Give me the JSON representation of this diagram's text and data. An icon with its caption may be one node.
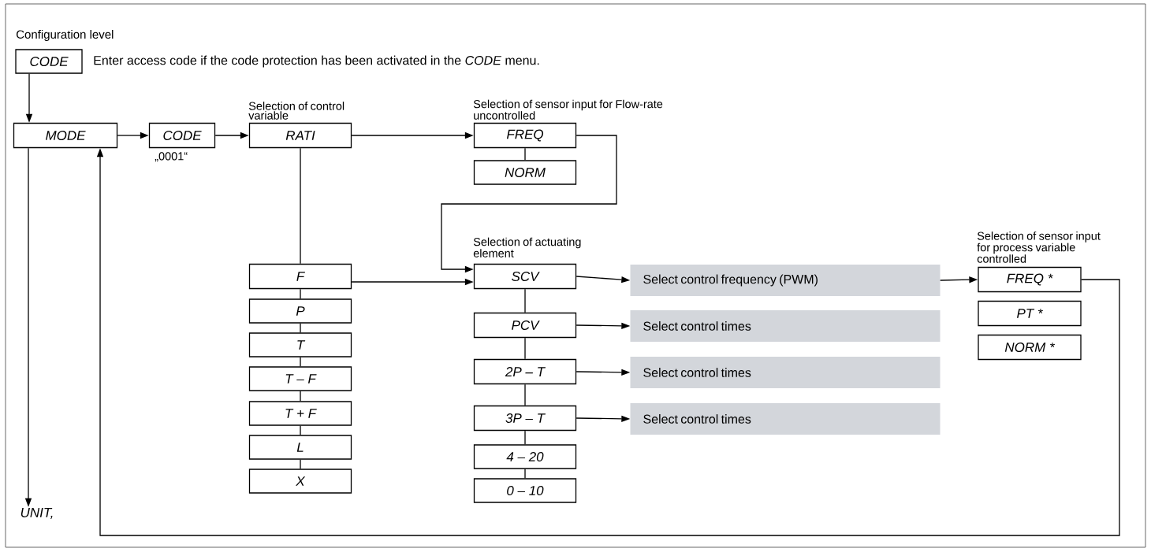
{
  "diagram": {
    "title": "Configuration level",
    "nodes": [
      {
        "text": [
          "CODE"
        ],
        "beside": [
          "Enter access code if the code protection has been activated in the *CODE* menu."
        ]
      },
      {
        "text": [
          "MODE"
        ]
      },
      {
        "text": [
          "CODE"
        ],
        "beside": [
          "„0001“"
        ]
      },
      {
        "text": [
          "RATI"
        ],
        "beside": [
          "Selection of control variable"
        ]
      },
      {
        "text": [
          "FREQ"
        ],
        "beside": [
          "Selection of sensor input for Flow-rate uncontrolled"
        ]
      },
      {
        "text": [
          "NORM"
        ]
      },
      {
        "text": [
          "F"
        ]
      },
      {
        "text": [
          "P"
        ]
      },
      {
        "text": [
          "T"
        ]
      },
      {
        "text": [
          "T – F"
        ]
      },
      {
        "text": [
          "T + F"
        ]
      },
      {
        "text": [
          "L"
        ]
      },
      {
        "text": [
          "X"
        ]
      },
      {
        "text": [
          "SCV"
        ],
        "beside": [
          "Selection of actuating element"
        ]
      },
      {
        "text": [
          "PCV"
        ]
      },
      {
        "text": [
          "2P – T"
        ]
      },
      {
        "text": [
          "3P – T"
        ]
      },
      {
        "text": [
          "4 – 20"
        ]
      },
      {
        "text": [
          "0 – 10"
        ]
      },
      {
        "text": [
          "Select control frequency (PWM)"
        ]
      },
      {
        "text": [
          "Select control times"
        ]
      },
      {
        "text": [
          "Select control times"
        ]
      },
      {
        "text": [
          "Select control times"
        ]
      },
      {
        "text": [
          "FREQ *"
        ],
        "beside": [
          "Selection of sensor input for process variable controlled"
        ]
      },
      {
        "text": [
          "PT *"
        ]
      },
      {
        "text": [
          "NORM *"
        ]
      },
      {
        "text": [
          "UNIT,"
        ]
      }
    ],
    "edges": [
      {
        "from": 0,
        "to": 1,
        "arrow": "to"
      },
      {
        "from": 1,
        "to": 2,
        "arrow": "to"
      },
      {
        "from": 2,
        "to": 3,
        "arrow": "to"
      },
      {
        "from": 3,
        "to": 4,
        "arrow": "to"
      },
      {
        "from": 4,
        "to": 5,
        "arrow": "none"
      },
      {
        "from": 3,
        "to": 6,
        "arrow": "none"
      },
      {
        "from": 6,
        "to": 7,
        "arrow": "none"
      },
      {
        "from": 7,
        "to": 8,
        "arrow": "none"
      },
      {
        "from": 8,
        "to": 9,
        "arrow": "none"
      },
      {
        "from": 9,
        "to": 10,
        "arrow": "none"
      },
      {
        "from": 10,
        "to": 11,
        "arrow": "none"
      },
      {
        "from": 11,
        "to": 12,
        "arrow": "none"
      },
      {
        "from": 6,
        "to": 13,
        "arrow": "to"
      },
      {
        "from": 4,
        "to": 13,
        "arrow": "to"
      },
      {
        "from": 13,
        "to": 14,
        "arrow": "none"
      },
      {
        "from": 14,
        "to": 15,
        "arrow": "none"
      },
      {
        "from": 15,
        "to": 16,
        "arrow": "none"
      },
      {
        "from": 16,
        "to": 17,
        "arrow": "none"
      },
      {
        "from": 17,
        "to": 18,
        "arrow": "none"
      },
      {
        "from": 13,
        "to": 19,
        "arrow": "to"
      },
      {
        "from": 14,
        "to": 20,
        "arrow": "to"
      },
      {
        "from": 15,
        "to": 21,
        "arrow": "to"
      },
      {
        "from": 16,
        "to": 22,
        "arrow": "to"
      },
      {
        "from": 19,
        "to": 23,
        "arrow": "to"
      },
      {
        "from": 23,
        "to": 1,
        "arrow": "to"
      },
      {
        "from": 1,
        "to": 26,
        "arrow": "to"
      }
    ]
  }
}
